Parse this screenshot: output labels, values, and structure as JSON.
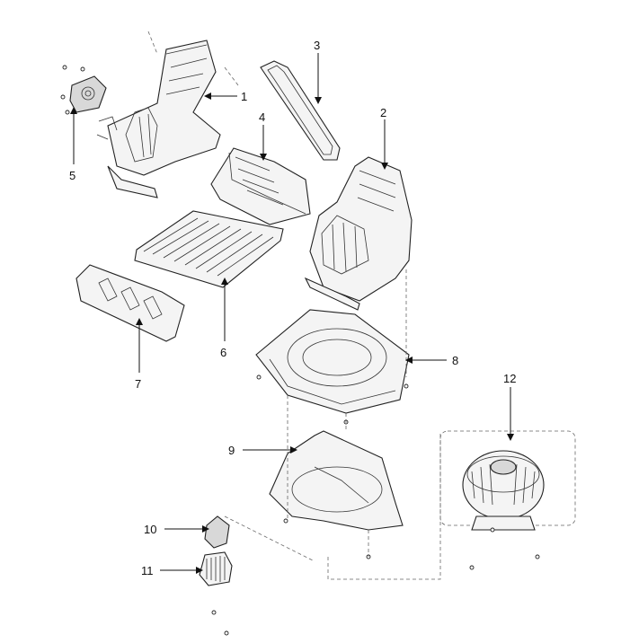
{
  "diagram": {
    "callouts": [
      {
        "id": "1",
        "label": "1",
        "part": "intake-door-housing"
      },
      {
        "id": "2",
        "label": "2",
        "part": "intake-case-right"
      },
      {
        "id": "3",
        "label": "3",
        "part": "seal-gasket"
      },
      {
        "id": "4",
        "label": "4",
        "part": "intake-duct"
      },
      {
        "id": "5",
        "label": "5",
        "part": "intake-actuator"
      },
      {
        "id": "6",
        "label": "6",
        "part": "cabin-air-filter"
      },
      {
        "id": "7",
        "label": "7",
        "part": "filter-cover"
      },
      {
        "id": "8",
        "label": "8",
        "part": "upper-blower-case"
      },
      {
        "id": "9",
        "label": "9",
        "part": "lower-blower-case"
      },
      {
        "id": "10",
        "label": "10",
        "part": "resistor-connector"
      },
      {
        "id": "11",
        "label": "11",
        "part": "blower-resistor"
      },
      {
        "id": "12",
        "label": "12",
        "part": "blower-motor"
      }
    ]
  }
}
